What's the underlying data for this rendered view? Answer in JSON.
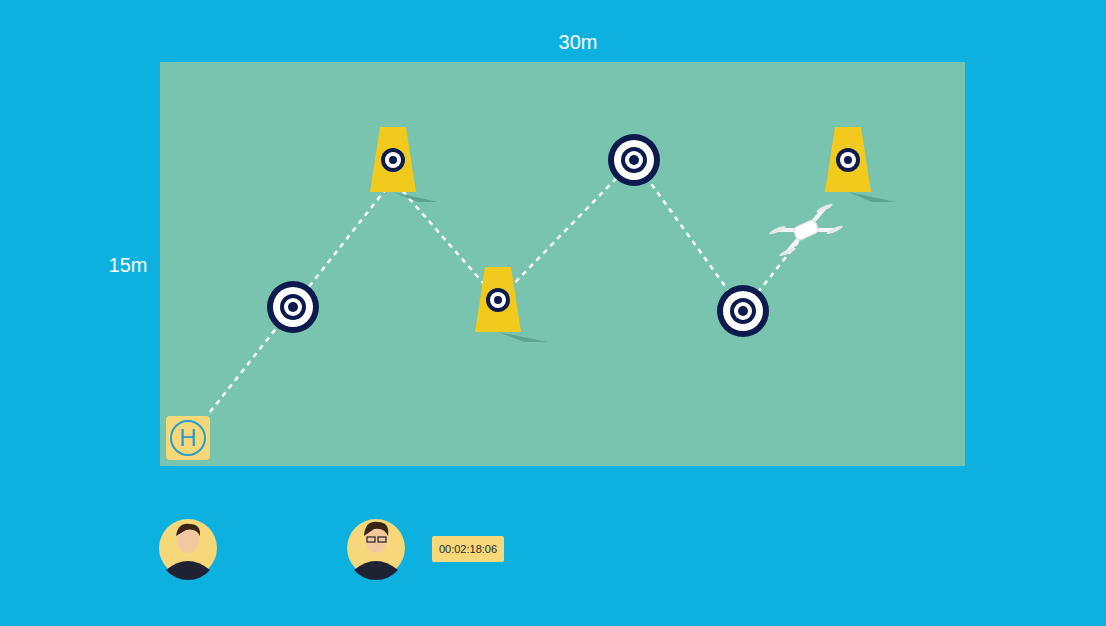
{
  "diagram": {
    "nodes": [
      {
        "text": [
          "H"
        ]
      },
      {
        "text": [
          "00:02:18:06"
        ]
      }
    ],
    "labels": [
      "30m",
      "15m"
    ]
  }
}
